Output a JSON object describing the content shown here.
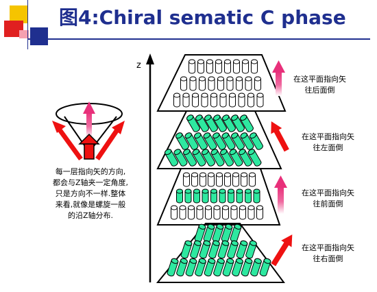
{
  "title": "图4:Chiral sematic C phase",
  "axis_label": "z",
  "layers": [
    {
      "line1": "在这平面指向矢",
      "line2": "往后面倒"
    },
    {
      "line1": "在这平面指向矢",
      "line2": "往左面倒"
    },
    {
      "line1": "在这平面指向矢",
      "line2": "往前面倒"
    },
    {
      "line1": "在这平面指向矢",
      "line2": "往右面倒"
    }
  ],
  "description": [
    "每一层指向矢的方向,",
    "都会与Z轴夹一定角度,",
    "只是方向不一样.整体",
    "来看,就像是螺旋一般",
    "的沿Z轴分布."
  ],
  "colors": {
    "title": "#1f2f8f",
    "logo_red": "#e02020",
    "logo_yellow": "#f5c400",
    "logo_blue": "#1f2f8f",
    "molecule_fill": "#2ee8a0",
    "arrow_red": "#ee1111",
    "arrow_magenta": "#e8307a"
  }
}
